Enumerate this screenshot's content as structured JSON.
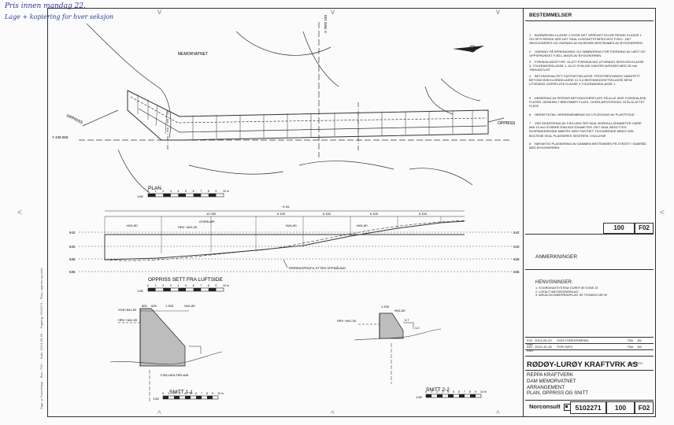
{
  "handwritten": {
    "line1": "Pris innen mandag 22.",
    "line2": "Lage + kopiering for hver seksjon"
  },
  "plan": {
    "lake_label": "MEMORVATNET",
    "oppriss_left": "OPPRISS",
    "oppriss_right": "OPPRISS",
    "coord_x": "X 7092 150",
    "coord_y": "Y 439 650",
    "title": "PLAN",
    "scale": "1:50"
  },
  "elevation": {
    "title": "OPPRISS SETT FRA LUFTSIDE",
    "scale": "1:50",
    "total_dim": "~4 94.",
    "dims": [
      "12 000",
      "6 100",
      "6 100",
      "6 100",
      "6 100"
    ],
    "levels": [
      "642",
      "640",
      "638",
      "636"
    ],
    "hrv_label": "HRV +641,00",
    "overlop_label": "OVERLØP",
    "crest_labels": [
      "+641,80",
      "+641,80",
      "+641,80"
    ],
    "terrain_label": "TERRENGPROFIL ETTER OPPMÅLING"
  },
  "snitt1": {
    "title": "SNITT 1-1",
    "scale": "1:50",
    "dim_labels": [
      "800",
      "626",
      "1 326"
    ],
    "crest": "+641,80",
    "bolt_label": "FJELLBOLTER ø25",
    "hrv": "HRV +641,00",
    "ovk": "OVK+641,90"
  },
  "snitt2": {
    "title": "SNITT 2-2",
    "scale": "1:50",
    "dim_label": "1 200",
    "crest": "+641,80",
    "hrv": "HRV +641,00",
    "slope": "0,7",
    "slope2": "1,0"
  },
  "scale_ticks": [
    "0",
    "1",
    "2",
    "3",
    "4",
    "5",
    "6",
    "7",
    "8",
    "9",
    "10 m"
  ],
  "sidebar": {
    "bestemmelser_title": "BESTEMMELSER",
    "notes": [
      "BUNNRENSK KLASSE 1 HVOR DET SPRENGT ELLER RENSK KLASSE 1 OG SPYLRENSK DER DET SKAL KONTAKTSTØPES MOT FJELL. DET SEKSJONERES OG OMFANG AV KILRENSK BESTEMMES AV BYGGHERREN",
      "OMFANG PÅ SPRENGNING OG SØMBORING FOR FJERNING AV LØST OG OPPSPRUKKET FJELL ANGIS AV BYGGHERREN",
      "FORSKALINGSTYPE: GLATT FORSKALING UTVENDIG SEKSJON KLASSE 3, TOLERANSEKLASSE 1. ALLE SYNLIGE KANTER AVFASES MED 25 mm TREKANTLIST",
      "BETONGKVALITET: FASTHETSKLASSE: FROSTBESTANDIG VANNTETT BETONG B35 KLORIDKLASSE CL 0,4 BESTANDIGHETSKLASSE MF45 UTVENDIG OVERFLATE KLASSE 3 TOLERANSEKLASSE 1",
      "ARMERING AV PERSER BETONGOVERFLATE PÅ ALLE IKKE FORSKALEDE FLATER. GENERELT BREITBØRT FLATE, OVERLØPSTERSKEL STÅLGLATTET FLATE",
      "HERDETILTAK: HERDEMEMBRAN OG UTLEGGING AV PLASTFOLIE",
      "VED MONTERING AV FJELLBOLTER SKAL BORHULLSDIAMETER VÆRE MIN 10 mm STØRRE ENN BOLTDIAMETER. DET SKAL BENYTTES EKSPANDERENDE MØRTEL MED FASTHET TILSVARENDE MINST B35. BOLTENE SKAL PLASSERES SENTRISK I HULLENE",
      "NØYAKTIG PLASSERING AV DAMMEN BESTEMMES PÅ STEDET I SAMRÅD MED BYGGHERREN"
    ],
    "rev_box_top": {
      "num": "100",
      "rev": "F02"
    },
    "anmerkninger_title": "ANMERKNINGER",
    "henvisninger_title": "HENVISNINGER:",
    "henvisninger": [
      "1. KOORDINATSYSTEM: EUREF 89 SONE 33",
      "2. LOKALT HØYDEGRUNNLAG",
      "3. ARKALOKONDERRADPLAN, SE TEGNING NR 99"
    ],
    "revisions": [
      {
        "rev": "F02",
        "date": "2013-05-20",
        "desc": "FOR FORESPØRSEL",
        "a": "TBe",
        "b": "JW",
        "c": "RvR"
      },
      {
        "rev": "A01",
        "date": "2013-10-18",
        "desc": "FOR INFO",
        "a": "TBe",
        "b": "JW",
        "c": "RvR"
      }
    ],
    "company": "RØDØY-LURØY KRAFTVRK AS",
    "company_sub": "DAM VEIT",
    "project_lines": [
      "REPPA KRAFTVERK",
      "DAM MEMORVATNET",
      "ARRANGEMENT",
      "PLAN, OPPRISS OG SNITT"
    ],
    "footer": {
      "logo": "Norconsult",
      "drawing_no": "5102271",
      "num": "100",
      "rev": "F02"
    }
  },
  "side_text": "Sign: p-Trøndelag/... Rev.: F02 ... Dato: 2013-05-20 ... Tegning: 5102271 - Plan, oppriss og snitt"
}
